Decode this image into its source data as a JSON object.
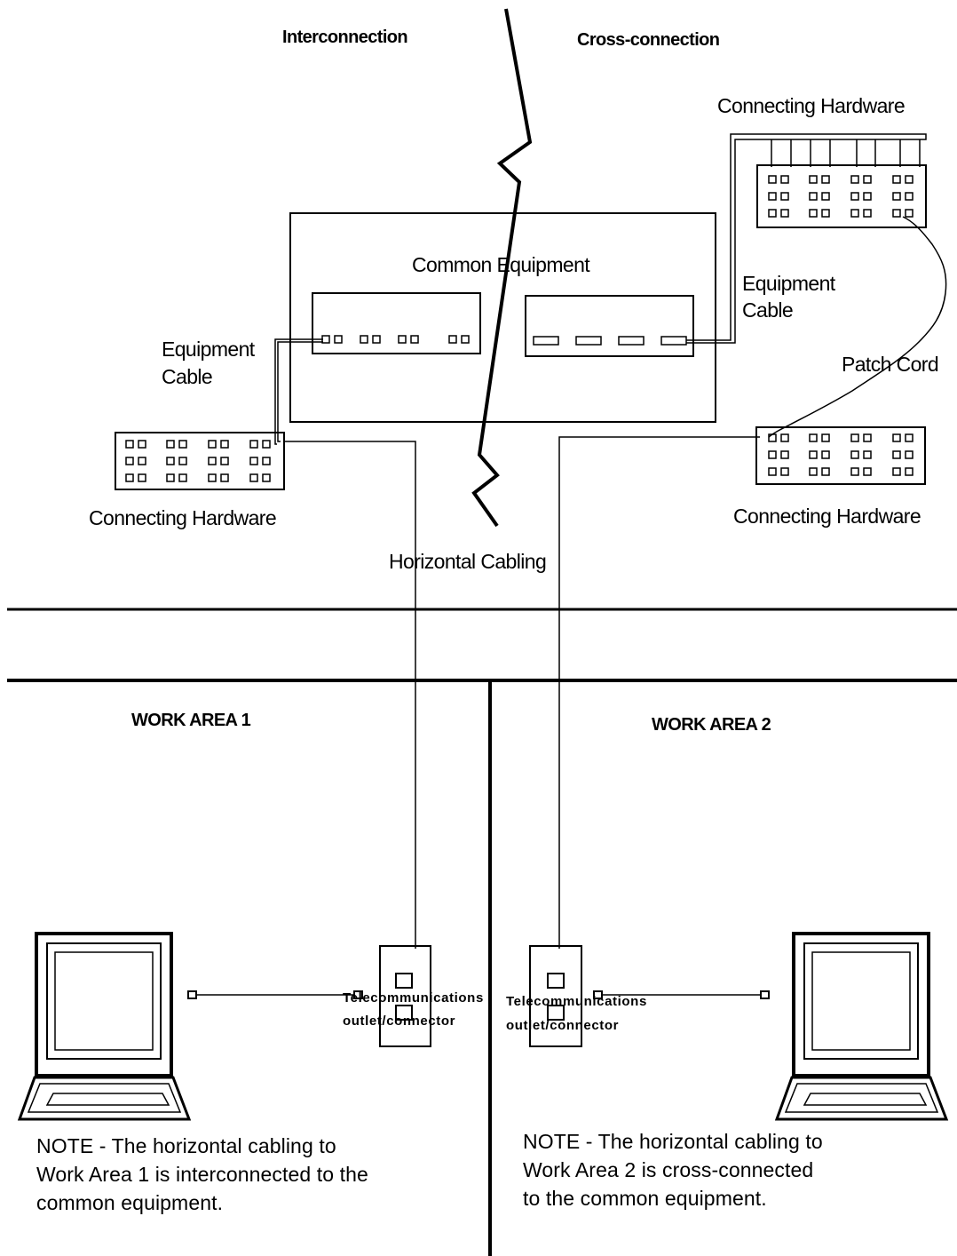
{
  "labels": {
    "interconnection": "Interconnection",
    "cross_connection": "Cross-connection",
    "connecting_hardware_top_right": "Connecting Hardware",
    "common_equipment": "Common Equipment",
    "equipment_cable_right_1": "Equipment",
    "equipment_cable_right_2": "Cable",
    "equipment_cable_left_1": "Equipment",
    "equipment_cable_left_2": "Cable",
    "patch_cord": "Patch Cord",
    "connecting_hardware_left": "Connecting Hardware",
    "connecting_hardware_right": "Connecting Hardware",
    "horizontal_cabling": "Horizontal Cabling",
    "work_area_1": "WORK AREA 1",
    "work_area_2": "WORK AREA 2",
    "outlet_1_line1": "Telecommunications",
    "outlet_1_line2": "outlet/connector",
    "outlet_2_line1": "Telecommunications",
    "outlet_2_line2": "outlet/connector"
  },
  "notes": {
    "work_area_1": [
      "NOTE - The horizontal cabling to",
      "Work Area 1 is interconnected to the",
      "common equipment."
    ],
    "work_area_2": [
      "NOTE - The horizontal cabling to",
      "Work Area 2 is cross-connected",
      "to the common equipment."
    ]
  }
}
